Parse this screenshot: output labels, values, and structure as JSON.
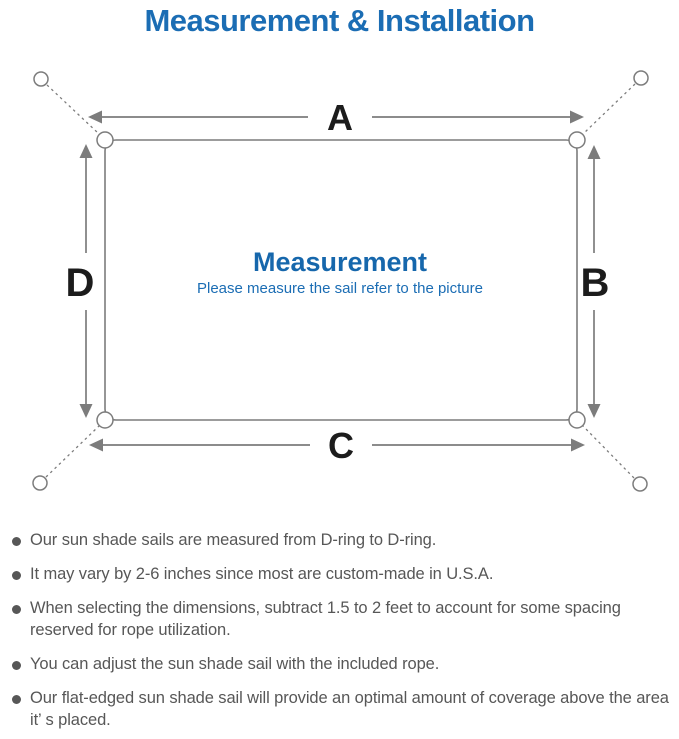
{
  "title": "Measurement & Installation",
  "diagram": {
    "labels": {
      "top": "A",
      "right": "B",
      "bottom": "C",
      "left": "D"
    },
    "center_title": "Measurement",
    "center_subtitle": "Please measure the sail refer to the picture",
    "colors": {
      "title_blue": "#1b6db4",
      "center_blue": "#1667ac",
      "line_gray": "#7c7c7c",
      "label_black": "#1c1c1c"
    }
  },
  "notes": {
    "text_color": "#575757",
    "items": [
      "Our sun shade sails are measured from D-ring to D-ring.",
      "It may vary by 2-6 inches since most are custom-made in U.S.A.",
      "When selecting the dimensions, subtract 1.5 to 2 feet to account for some spacing reserved for rope utilization.",
      "You can adjust the sun shade sail with the included rope.",
      "Our flat-edged sun shade sail will provide an optimal amount of coverage above the area it’ s placed."
    ]
  }
}
